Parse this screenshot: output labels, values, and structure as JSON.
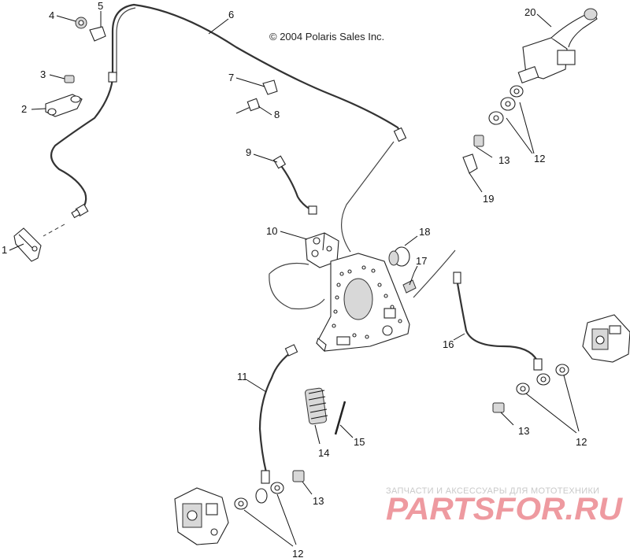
{
  "diagram": {
    "copyright": "© 2004 Polaris Sales Inc.",
    "callouts": [
      "1",
      "2",
      "3",
      "4",
      "5",
      "6",
      "7",
      "8",
      "9",
      "10",
      "11",
      "12",
      "12",
      "12",
      "13",
      "13",
      "13",
      "14",
      "15",
      "16",
      "17",
      "18",
      "19",
      "20"
    ]
  },
  "watermark": {
    "line1": "ЗАПЧАСТИ И АКСЕССУАРЫ ДЛЯ МОТОТЕХНИКИ",
    "logo": "PARTSFOR.RU"
  }
}
